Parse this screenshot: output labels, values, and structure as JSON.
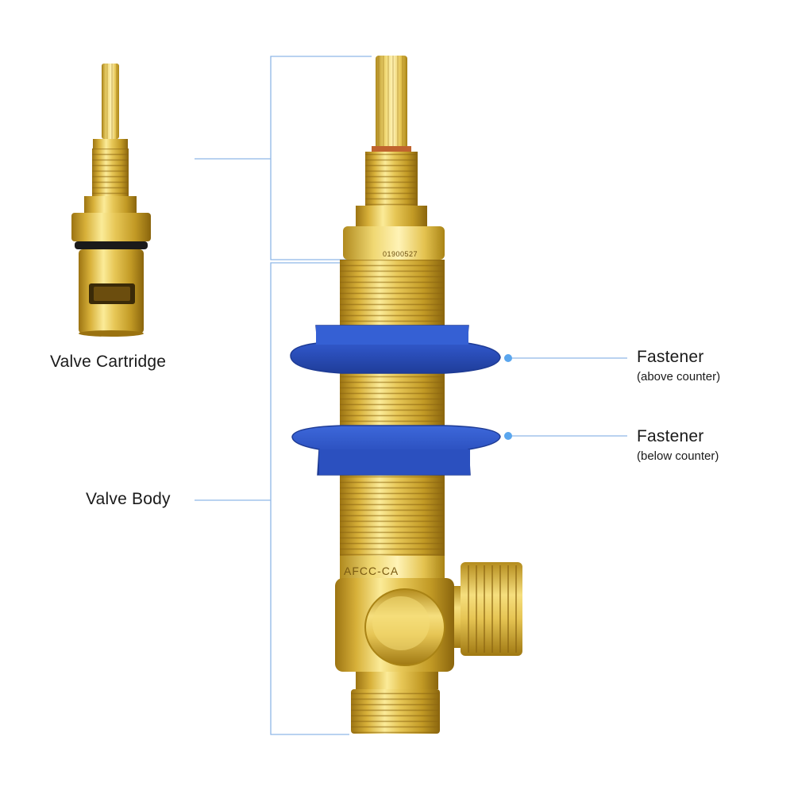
{
  "labels": {
    "valve_cartridge": "Valve Cartridge",
    "valve_body": "Valve Body",
    "fastener_above": {
      "title": "Fastener",
      "subtitle": "(above counter)"
    },
    "fastener_below": {
      "title": "Fastener",
      "subtitle": "(below counter)"
    }
  },
  "engravings": {
    "cartridge_code": "01900527",
    "body_code": "AFCC-CA"
  },
  "colors": {
    "brass_light": "#f3dd7a",
    "brass_mid": "#d9b53a",
    "brass_dark": "#a57d15",
    "fastener_blue": "#2f57c8",
    "fastener_blue_dark": "#1e3b94",
    "callout_line": "#8fb7e6",
    "callout_dot": "#5aa6ee",
    "seal_black": "#1a1a1a",
    "copper_ring": "#c0642e"
  },
  "icons": {
    "callout_marker": "dot-icon"
  }
}
